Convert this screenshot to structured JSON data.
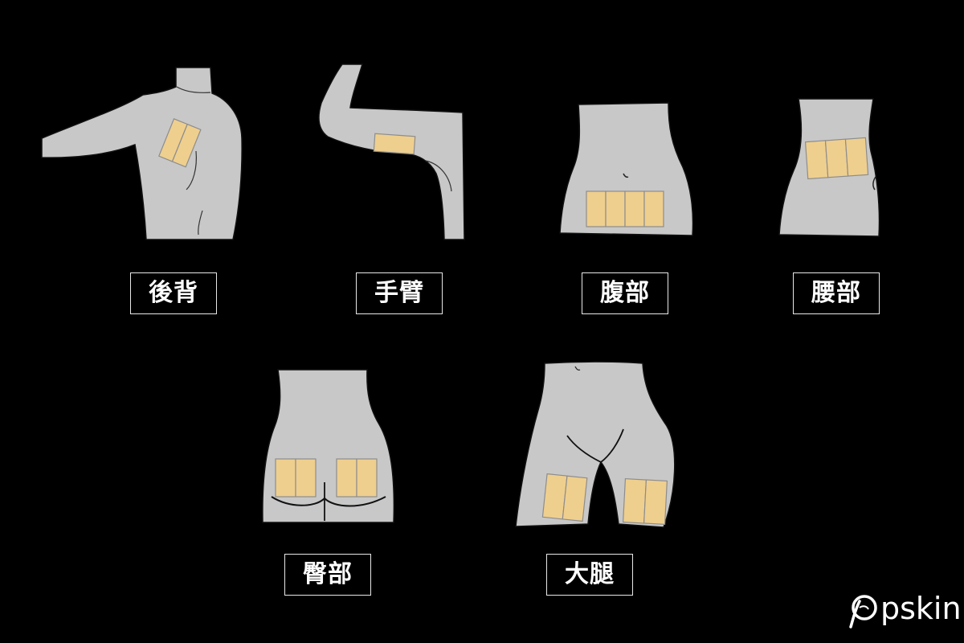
{
  "colors": {
    "background": "#000000",
    "body_fill": "#c8c8c8",
    "body_outline": "#1a1a1a",
    "patch_fill": "#efcf8e",
    "patch_outline": "#8d8d8d",
    "label_text": "#ffffff",
    "label_border": "#e8e8e8"
  },
  "regions": {
    "back": "後背",
    "arm": "手臂",
    "abdomen": "腹部",
    "waist": "腰部",
    "buttock": "臀部",
    "thigh": "大腿"
  },
  "brand": {
    "name": "pskin",
    "icon": "pskin-logo-icon"
  }
}
